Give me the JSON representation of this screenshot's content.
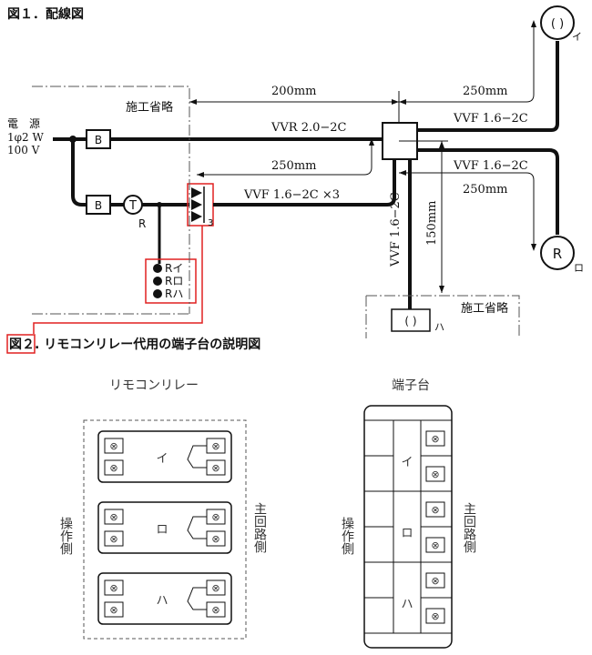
{
  "fig1": {
    "title": "図１．配線図",
    "source_line1": "電　源",
    "source_line2": "1φ2 W",
    "source_line3": "100 V",
    "omit_label": "施工省略",
    "breaker_label": "B",
    "timer_label": "T",
    "relay_sub": "R",
    "dim_200": "200mm",
    "dim_250_top": "250mm",
    "dim_250_mid": "250mm",
    "dim_250_right": "250mm",
    "dim_150": "150mm",
    "cable_vvr": "VVR 2.0−2C",
    "cable_vvf_top": "VVF 1.6−2C",
    "cable_vvf_mid": "VVF 1.6−2C",
    "cable_vvf_x3": "VVF 1.6−2C ×3",
    "cable_vvf_vert": "VVF 1.6−2C",
    "terminal_count": "3",
    "relay_i": "Rイ",
    "relay_ro": "Rロ",
    "relay_ha": "Rハ",
    "lamp_i_tag": "イ",
    "lamp_ro_tag": "ロ",
    "lamp_ha_tag": "ハ",
    "lamp_r_symbol": "R",
    "lamp_paren_symbol": "( )"
  },
  "fig2": {
    "title_prefix": "図２",
    "title_rest": ". リモコンリレー代用の端子台の説明図",
    "left_heading": "リモコンリレー",
    "right_heading": "端子台",
    "left_side_label": "操作側",
    "right_side_label": "主回路側",
    "relay_labels": [
      "イ",
      "ロ",
      "ハ"
    ],
    "terminal_labels": [
      "イ",
      "ロ",
      "ハ"
    ]
  },
  "colors": {
    "line": "#111111",
    "highlight": "#e02020",
    "dash": "#555555"
  }
}
